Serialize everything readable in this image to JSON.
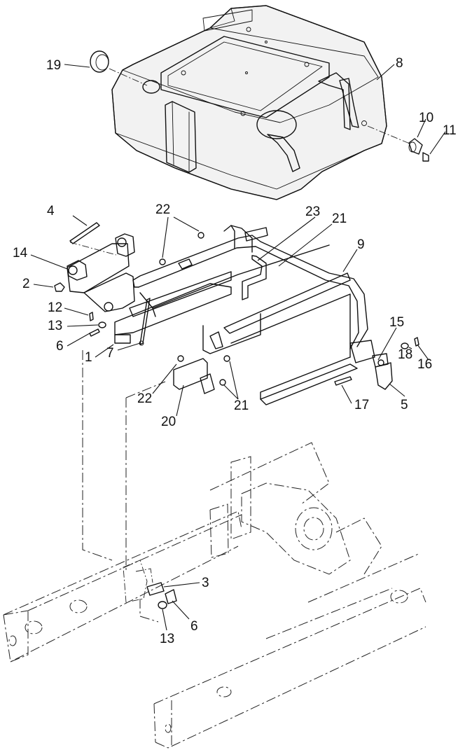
{
  "callouts": [
    {
      "id": "c1",
      "label": "1"
    },
    {
      "id": "c2",
      "label": "2"
    },
    {
      "id": "c3",
      "label": "3"
    },
    {
      "id": "c4",
      "label": "4"
    },
    {
      "id": "c5",
      "label": "5"
    },
    {
      "id": "c6a",
      "label": "6"
    },
    {
      "id": "c6b",
      "label": "6"
    },
    {
      "id": "c7",
      "label": "7"
    },
    {
      "id": "c8",
      "label": "8"
    },
    {
      "id": "c9",
      "label": "9"
    },
    {
      "id": "c10",
      "label": "10"
    },
    {
      "id": "c11",
      "label": "11"
    },
    {
      "id": "c12",
      "label": "12"
    },
    {
      "id": "c13a",
      "label": "13"
    },
    {
      "id": "c13b",
      "label": "13"
    },
    {
      "id": "c14",
      "label": "14"
    },
    {
      "id": "c15",
      "label": "15"
    },
    {
      "id": "c16",
      "label": "16"
    },
    {
      "id": "c17",
      "label": "17"
    },
    {
      "id": "c18",
      "label": "18"
    },
    {
      "id": "c19",
      "label": "19"
    },
    {
      "id": "c20",
      "label": "20"
    },
    {
      "id": "c21a",
      "label": "21"
    },
    {
      "id": "c21b",
      "label": "21"
    },
    {
      "id": "c22a",
      "label": "22"
    },
    {
      "id": "c22b",
      "label": "22"
    },
    {
      "id": "c23",
      "label": "23"
    }
  ]
}
